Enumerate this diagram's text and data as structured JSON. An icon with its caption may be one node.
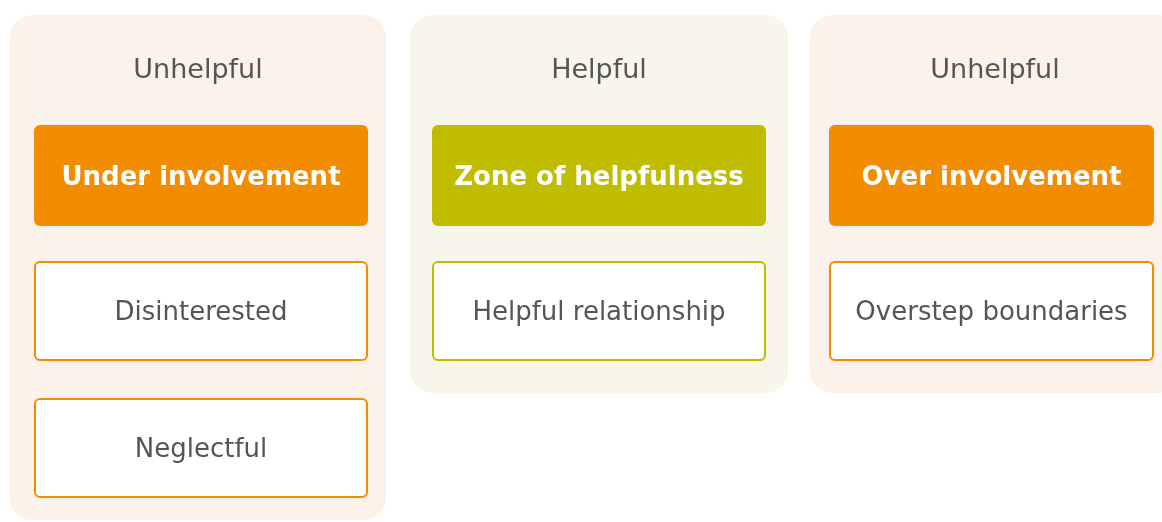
{
  "diagram": {
    "nodes": [
      {
        "text": [
          "Unhelpful"
        ]
      },
      {
        "text": [
          "Under involvement"
        ],
        "in": 0
      },
      {
        "text": [
          "Disinterested"
        ],
        "in": 0
      },
      {
        "text": [
          "Neglectful"
        ],
        "in": 0
      },
      {
        "text": [
          "Helpful"
        ]
      },
      {
        "text": [
          "Zone of helpfulness"
        ],
        "in": 4
      },
      {
        "text": [
          "Helpful relationship"
        ],
        "in": 4
      },
      {
        "text": [
          "Unhelpful"
        ]
      },
      {
        "text": [
          "Over involvement"
        ],
        "in": 7
      },
      {
        "text": [
          "Overstep boundaries"
        ],
        "in": 7
      }
    ]
  }
}
